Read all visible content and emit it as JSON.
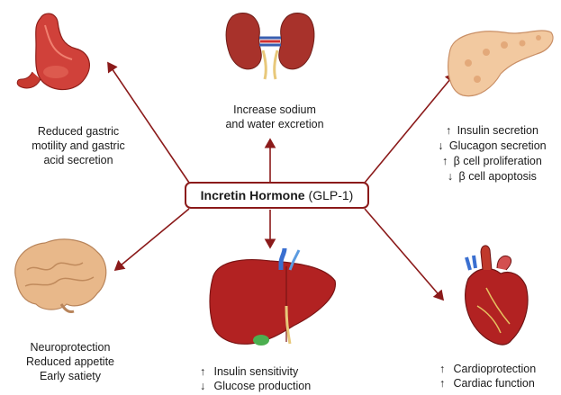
{
  "center": {
    "bold": "Incretin Hormone",
    "rest": "(GLP-1)"
  },
  "effects": {
    "stomach": [
      "Reduced gastric",
      "motility and gastric",
      "acid secretion"
    ],
    "kidney": [
      "Increase sodium",
      "and water excretion"
    ],
    "pancreas": [
      {
        "arrow": "↑",
        "text": "Insulin secretion"
      },
      {
        "arrow": "↓",
        "text": "Glucagon secretion"
      },
      {
        "arrow": "↑",
        "text": "β cell proliferation"
      },
      {
        "arrow": "↓",
        "text": "β cell apoptosis"
      }
    ],
    "brain": [
      "Neuroprotection",
      "Reduced appetite",
      "Early satiety"
    ],
    "liver": [
      {
        "arrow": "↑",
        "text": "Insulin sensitivity"
      },
      {
        "arrow": "↓",
        "text": "Glucose production"
      }
    ],
    "heart": [
      {
        "arrow": "↑",
        "text": "Cardioprotection"
      },
      {
        "arrow": "↑",
        "text": "Cardiac function"
      }
    ]
  },
  "colors": {
    "arrow": "#8b1a1a",
    "organ_red": "#c0392b",
    "liver": "#b22222",
    "pancreas": "#f2c9a0",
    "brain": "#e8b88a"
  }
}
